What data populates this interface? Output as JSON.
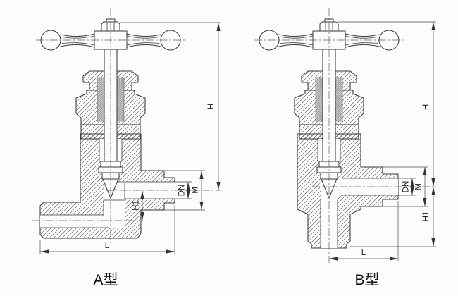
{
  "figure": {
    "type": "valve-technical-drawing",
    "valve_a": {
      "caption": "A型",
      "dims": {
        "h": "H",
        "dn": "DN",
        "m": "M",
        "h1": "H1",
        "l": "L"
      }
    },
    "valve_b": {
      "caption": "B型",
      "dims": {
        "h": "H",
        "dn": "DN",
        "m": "M",
        "h1": "H1",
        "l": "L"
      }
    },
    "colors": {
      "background": "#fcfcfc",
      "line": "#3a3a3a",
      "dimension_line": "#4a4a4a",
      "packing_fill": "#cbcbcb"
    }
  }
}
